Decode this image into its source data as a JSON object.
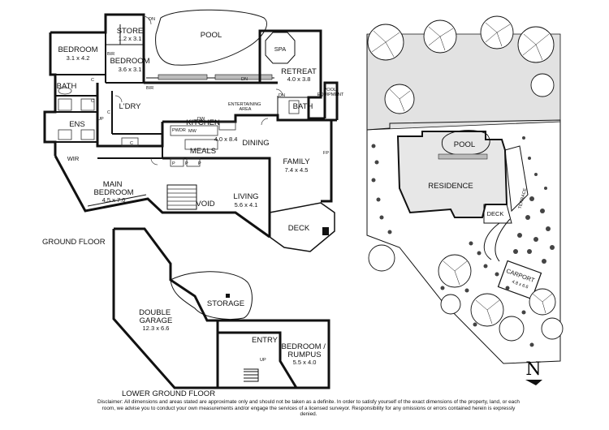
{
  "ground_floor": {
    "caption": "GROUND FLOOR",
    "rooms": [
      {
        "key": "store",
        "name": "STORE",
        "dims": "1.2 x 3.1"
      },
      {
        "key": "pool",
        "name": "POOL",
        "dims": ""
      },
      {
        "key": "bedroom1",
        "name": "BEDROOM",
        "dims": "3.1 x 4.2"
      },
      {
        "key": "bedroom2",
        "name": "BEDROOM",
        "dims": "3.6 x 3.1"
      },
      {
        "key": "spa",
        "name": "SPA",
        "dims": ""
      },
      {
        "key": "retreat",
        "name": "RETREAT",
        "dims": "4.0 x 3.8"
      },
      {
        "key": "bath1",
        "name": "BATH",
        "dims": ""
      },
      {
        "key": "ldry",
        "name": "L'DRY",
        "dims": ""
      },
      {
        "key": "bath2",
        "name": "BATH",
        "dims": ""
      },
      {
        "key": "ens",
        "name": "ENS",
        "dims": ""
      },
      {
        "key": "kitchen",
        "name": "KITCHEN",
        "dims": ""
      },
      {
        "key": "dining",
        "name": "DINING",
        "dims": "4.0 x 8.4"
      },
      {
        "key": "meals",
        "name": "MEALS",
        "dims": ""
      },
      {
        "key": "family",
        "name": "FAMILY",
        "dims": "7.4 x 4.5"
      },
      {
        "key": "wir",
        "name": "WIR",
        "dims": ""
      },
      {
        "key": "main_bedroom",
        "name": "MAIN\nBEDROOM",
        "dims": "4.5 x 7.0"
      },
      {
        "key": "void",
        "name": "VOID",
        "dims": ""
      },
      {
        "key": "living",
        "name": "LIVING",
        "dims": "5.6 x 4.1"
      },
      {
        "key": "deck",
        "name": "DECK",
        "dims": ""
      }
    ],
    "marks": {
      "dn": "DN",
      "bir": "BIR",
      "c": "C",
      "up": "UP",
      "p": "P",
      "dw": "DW",
      "mw": "MW",
      "pwdr": "PWDR",
      "pool_equipment": "POOL\nEQUIPMENT",
      "entertaining": "ENTERTAINING\nAREA",
      "fp": "FP"
    }
  },
  "lower_ground_floor": {
    "caption": "LOWER GROUND FLOOR",
    "rooms": [
      {
        "key": "storage",
        "name": "STORAGE",
        "dims": ""
      },
      {
        "key": "double_garage",
        "name": "DOUBLE\nGARAGE",
        "dims": "12.3 x 6.6"
      },
      {
        "key": "entry",
        "name": "ENTRY",
        "dims": ""
      },
      {
        "key": "bedroom_rumpus",
        "name": "BEDROOM /\nRUMPUS",
        "dims": "5.5 x 4.0"
      }
    ]
  },
  "site_plan": {
    "labels": {
      "pool": "POOL",
      "residence": "RESIDENCE",
      "deck": "DECK",
      "terrace": "TERRACE",
      "carport": "CARPORT",
      "carport_dims": "4.8 x 6.6",
      "north": "N"
    }
  },
  "disclaimer": "Disclaimer: All dimensions and areas stated are approximate only and should not be taken as a definite. In order to satisfy yourself of the exact dimensions of the property, land, or each room, we advise you to conduct your own measurements and/or engage the services of a licensed surveyor. Responsibility for any omissions or errors contained herein is expressly denied."
}
